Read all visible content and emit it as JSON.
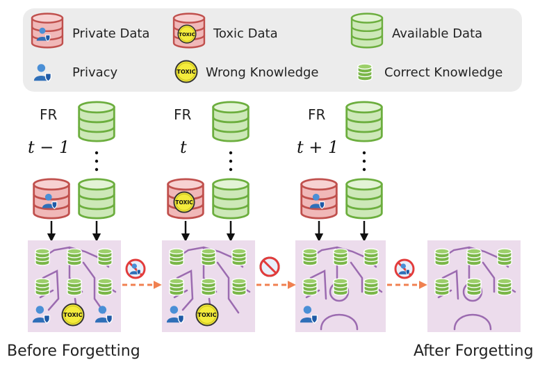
{
  "legend": {
    "private_data": "Private Data",
    "toxic_data": "Toxic Data",
    "available_data": "Available Data",
    "privacy": "Privacy",
    "wrong_knowledge": "Wrong Knowledge",
    "correct_knowledge": "Correct Knowledge"
  },
  "badge_text": "TOXIC",
  "steps": [
    {
      "fr_label": "FR",
      "time_label": "t − 1"
    },
    {
      "fr_label": "FR",
      "time_label": "t"
    },
    {
      "fr_label": "FR",
      "time_label": "t + 1"
    }
  ],
  "captions": {
    "before": "Before Forgetting",
    "after": "After Forgetting"
  },
  "colors": {
    "green_fill": "#cde8b8",
    "green_stroke": "#6cae3e",
    "red_fill": "#f0b8b8",
    "red_stroke": "#c0504d",
    "brain_bg": "#ecdcec",
    "circuit": "#9b6bb0",
    "arrow": "#f08050",
    "legend_bg": "#ececec"
  }
}
